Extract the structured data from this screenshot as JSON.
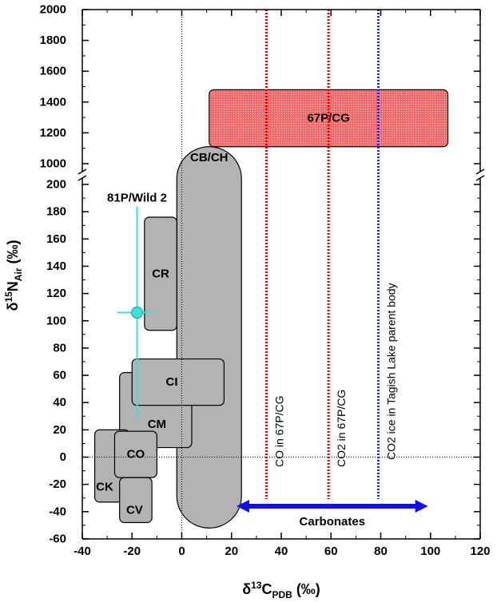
{
  "chart_data": {
    "type": "scatter",
    "xlabel": {
      "prefix": "δ",
      "sup": "13",
      "main": "C",
      "sub": "PDB",
      "suffix": " (‰)"
    },
    "ylabel": {
      "prefix": "δ",
      "sup": "15",
      "main": "N",
      "sub": "Air",
      "suffix": " (‰)"
    },
    "xlim": [
      -40,
      120
    ],
    "xticks": [
      -40,
      -20,
      0,
      20,
      40,
      60,
      80,
      100,
      120
    ],
    "y_lower_range": [
      -60,
      200
    ],
    "y_upper_range": [
      1000,
      2000
    ],
    "y_axis_break": true,
    "yticks_lower": [
      -60,
      -40,
      -20,
      0,
      20,
      40,
      60,
      80,
      100,
      120,
      140,
      160,
      180,
      200
    ],
    "yticks_upper": [
      1000,
      1200,
      1400,
      1600,
      1800,
      2000
    ],
    "zero_reference_lines": true,
    "regions": [
      {
        "label": "67P/CG",
        "x": [
          11,
          107
        ],
        "y": [
          1110,
          1480
        ],
        "color": "#f06060",
        "hatched": true
      },
      {
        "label": "CB/CH",
        "x": [
          -2,
          24
        ],
        "y": [
          -52,
          1110
        ],
        "color": "#b3b3b3",
        "shape": "ellipse"
      },
      {
        "label": "CR",
        "x": [
          -15,
          -2
        ],
        "y": [
          93,
          176
        ],
        "color": "#b3b3b3"
      },
      {
        "label": "CI",
        "x": [
          -20,
          17
        ],
        "y": [
          38,
          72
        ],
        "color": "#b3b3b3"
      },
      {
        "label": "CM",
        "x": [
          -25,
          4
        ],
        "y": [
          7,
          62
        ],
        "color": "#b3b3b3"
      },
      {
        "label": "CO",
        "x": [
          -27,
          -10
        ],
        "y": [
          -15,
          19
        ],
        "color": "#b3b3b3"
      },
      {
        "label": "CK",
        "x": [
          -35,
          -21
        ],
        "y": [
          -33,
          20
        ],
        "color": "#b3b3b3"
      },
      {
        "label": "CV",
        "x": [
          -25,
          -12
        ],
        "y": [
          -48,
          -15
        ],
        "color": "#b3b3b3"
      }
    ],
    "points": [
      {
        "label": "81P/Wild 2",
        "x": -18,
        "y": 106,
        "x_err": [
          -26,
          -10
        ],
        "y_err": [
          28,
          184
        ],
        "color": "#40e0d0"
      }
    ],
    "vertical_lines": [
      {
        "x": 34,
        "label": "CO in 67P/CG",
        "color": "#e00000"
      },
      {
        "x": 59,
        "label": "CO2 in 67P/CG",
        "color": "#e00000"
      },
      {
        "x": 79,
        "label": "CO2 ice in Tagish Lake parent body",
        "color": "#2020e0"
      }
    ],
    "arrow": {
      "label": "Carbonates",
      "x": [
        22,
        99
      ],
      "y": -36,
      "color": "#1010ee"
    }
  }
}
